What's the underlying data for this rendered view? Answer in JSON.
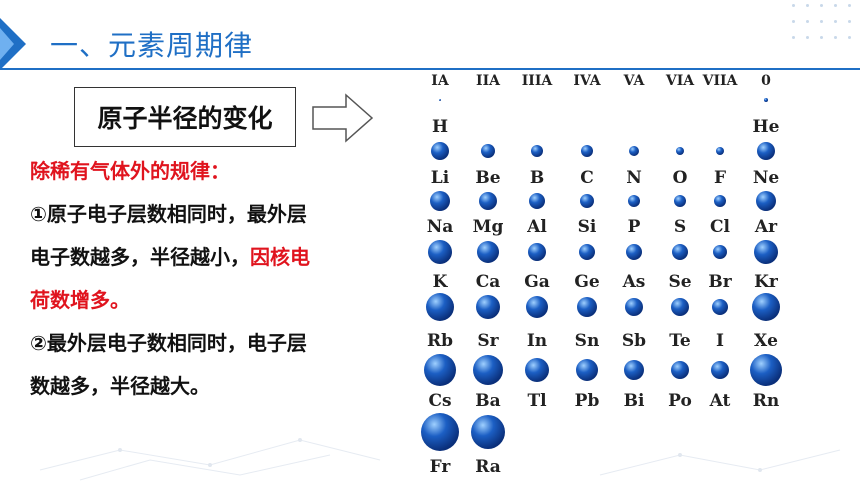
{
  "header": {
    "title": "一、元素周期律"
  },
  "box_label": "原子半径的变化",
  "rules": {
    "heading": "除稀有气体外的规律：",
    "r1_line1": "①原子电子层数相同时，最外层",
    "r1_line2_a": "电子数越多，半径越小，",
    "r1_line2_b": "因核电",
    "r1_line3": "荷数增多。",
    "r2_line1": "②最外层电子数相同时，电子层",
    "r2_line2": "数越多，半径越大。"
  },
  "periodic": {
    "groups": [
      "IA",
      "IIA",
      "IIIA",
      "IVA",
      "VA",
      "VIA",
      "VIIA",
      "0"
    ],
    "rows": [
      [
        [
          "H",
          1
        ],
        null,
        null,
        null,
        null,
        null,
        null,
        [
          "He",
          2
        ]
      ],
      [
        [
          "Li",
          9
        ],
        [
          "Be",
          7
        ],
        [
          "B",
          6
        ],
        [
          "C",
          6
        ],
        [
          "N",
          5
        ],
        [
          "O",
          4
        ],
        [
          "F",
          4
        ],
        [
          "Ne",
          9
        ]
      ],
      [
        [
          "Na",
          10
        ],
        [
          "Mg",
          9
        ],
        [
          "Al",
          8
        ],
        [
          "Si",
          7
        ],
        [
          "P",
          6
        ],
        [
          "S",
          6
        ],
        [
          "Cl",
          6
        ],
        [
          "Ar",
          10
        ]
      ],
      [
        [
          "K",
          12
        ],
        [
          "Ca",
          11
        ],
        [
          "Ga",
          9
        ],
        [
          "Ge",
          8
        ],
        [
          "As",
          8
        ],
        [
          "Se",
          8
        ],
        [
          "Br",
          7
        ],
        [
          "Kr",
          12
        ]
      ],
      [
        [
          "Rb",
          14
        ],
        [
          "Sr",
          12
        ],
        [
          "In",
          11
        ],
        [
          "Sn",
          10
        ],
        [
          "Sb",
          9
        ],
        [
          "Te",
          9
        ],
        [
          "I",
          8
        ],
        [
          "Xe",
          14
        ]
      ],
      [
        [
          "Cs",
          16
        ],
        [
          "Ba",
          15
        ],
        [
          "Tl",
          12
        ],
        [
          "Pb",
          11
        ],
        [
          "Bi",
          10
        ],
        [
          "Po",
          9
        ],
        [
          "At",
          9
        ],
        [
          "Rn",
          16
        ]
      ],
      [
        [
          "Fr",
          19
        ],
        [
          "Ra",
          17
        ],
        null,
        null,
        null,
        null,
        null,
        null
      ]
    ],
    "colors": {
      "sphere_main": "#1c5fc4",
      "sphere_light": "#9fd0ff",
      "sphere_dark": "#0a2f7a"
    }
  }
}
